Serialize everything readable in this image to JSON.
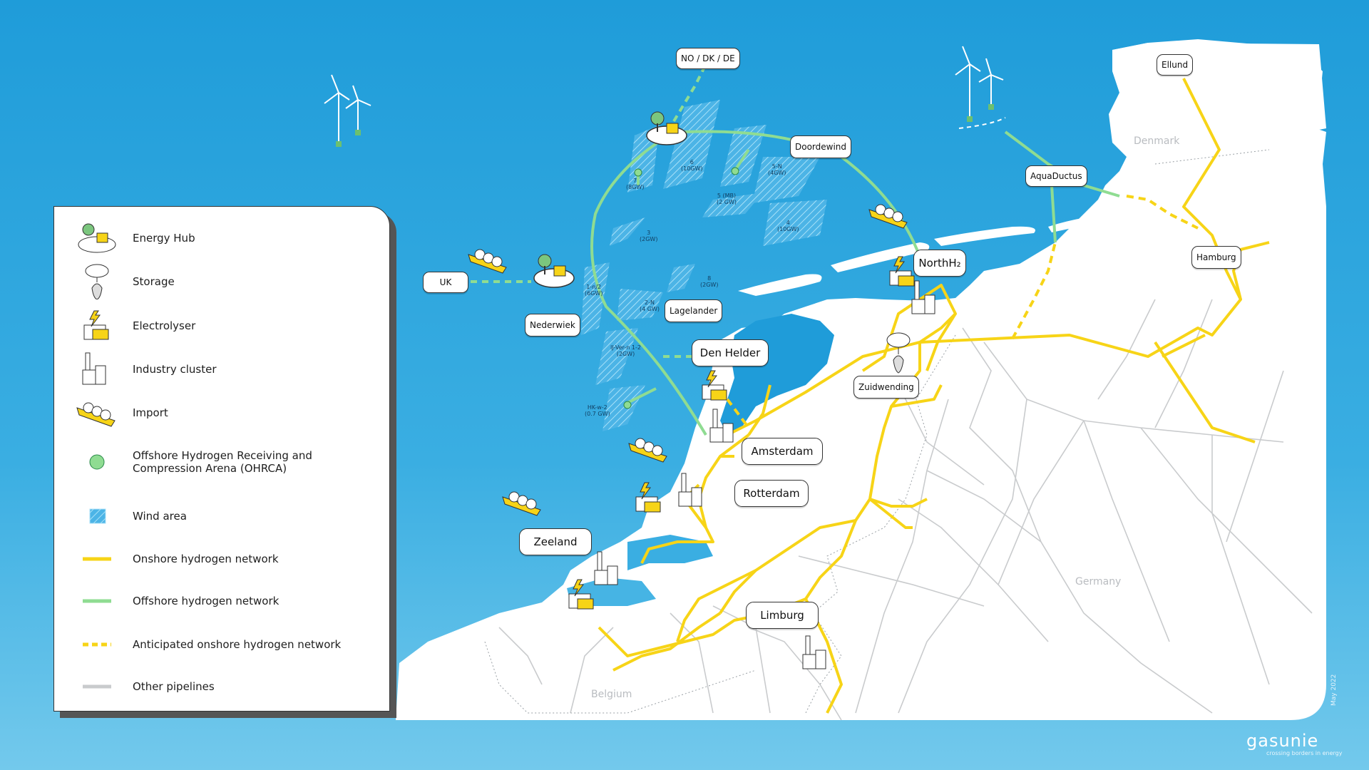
{
  "legend": {
    "items": [
      {
        "icon": "energy-hub-icon",
        "label": "Energy Hub"
      },
      {
        "icon": "storage-icon",
        "label": "Storage"
      },
      {
        "icon": "electrolyser-icon",
        "label": "Electrolyser"
      },
      {
        "icon": "industry-cluster-icon",
        "label": "Industry cluster"
      },
      {
        "icon": "import-ship-icon",
        "label": "Import"
      },
      {
        "icon": "ohrca-dot-icon",
        "label": "Offshore Hydrogen Receiving and Compression Arena (OHRCA)"
      },
      {
        "icon": "wind-area-icon",
        "label": "Wind area"
      },
      {
        "icon": "onshore-line-icon",
        "label": "Onshore hydrogen network"
      },
      {
        "icon": "offshore-line-icon",
        "label": "Offshore hydrogen network"
      },
      {
        "icon": "anticipated-line-icon",
        "label": "Anticipated onshore hydrogen network"
      },
      {
        "icon": "other-pipelines-icon",
        "label": "Other pipelines"
      }
    ]
  },
  "labels": {
    "no_dk_de": "NO / DK / DE",
    "doordewind": "Doordewind",
    "aquaductus": "AquaDuctus",
    "ellund": "Ellund",
    "hamburg": "Hamburg",
    "uk": "UK",
    "nederwiek": "Nederwiek",
    "lagelander": "Lagelander",
    "den_helder": "Den Helder",
    "northh2": "NorthH₂",
    "zuidwending": "Zuidwending",
    "amsterdam": "Amsterdam",
    "rotterdam": "Rotterdam",
    "zeeland": "Zeeland",
    "limburg": "Limburg"
  },
  "wind_areas": {
    "a6": "6\n(10GW)",
    "a7": "7\n(8GW)",
    "a5n": "5-N\n(4GW)",
    "a5mb": "5 (MB)\n(2 GW)",
    "a4": "4\n(10GW)",
    "a3": "3\n(2GW)",
    "a8": "8\n(2GW)",
    "a1": "1-n/2\n(6GW)",
    "a2": "2-N\n(4 GW)",
    "aij": "IJ-Ver-n 1-2\n(2GW)",
    "ahk": "HK-w-2\n(0.7 GW)"
  },
  "countries": {
    "denmark": "Denmark",
    "germany": "Germany",
    "belgium": "Belgium"
  },
  "brand": {
    "name": "gasunie",
    "tagline": "crossing borders in energy",
    "date": "May 2022"
  },
  "colors": {
    "sea": "#1f9cd9",
    "land": "#ffffff",
    "onshore": "#f7d417",
    "offshore": "#8fdc92",
    "other": "#c9cbcd",
    "wind": "#8fd3f2"
  }
}
